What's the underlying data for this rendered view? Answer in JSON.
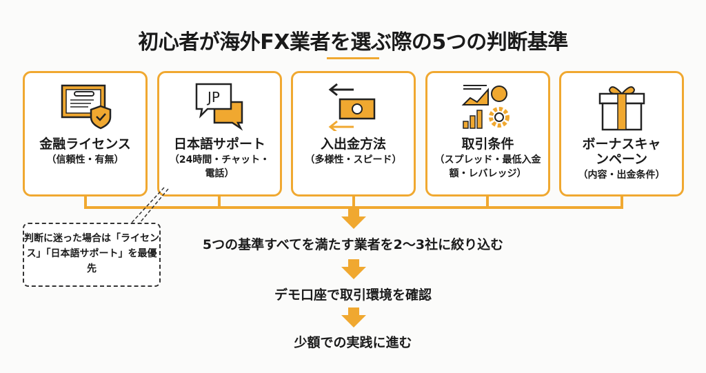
{
  "title": "初心者が海外FX業者を選ぶ際の5つの判断基準",
  "criteria": [
    {
      "icon": "license-certificate-icon",
      "title": "金融ライセンス",
      "sub": "（信頼性・有無）"
    },
    {
      "icon": "jp-chat-bubble-icon",
      "title": "日本語サポート",
      "sub": "（24時間・チャット・電話）",
      "icon_text": "JP"
    },
    {
      "icon": "money-transfer-icon",
      "title": "入出金方法",
      "sub": "（多様性・スピード）"
    },
    {
      "icon": "trading-chart-gear-icon",
      "title": "取引条件",
      "sub": "（スプレッド・最低入金額・レバレッジ）"
    },
    {
      "icon": "gift-icon",
      "title": "ボーナスキャンペーン",
      "sub": "（内容・出金条件）"
    }
  ],
  "callout": "判断に迷った場合は「ライセンス」「日本語サポート」を最優先",
  "steps": [
    "5つの基準すべてを満たす業者を2〜3社に絞り込む",
    "デモ口座で取引環境を確認",
    "少額での実践に進む"
  ],
  "colors": {
    "accent": "#f0a830",
    "text": "#1a1a1a"
  }
}
